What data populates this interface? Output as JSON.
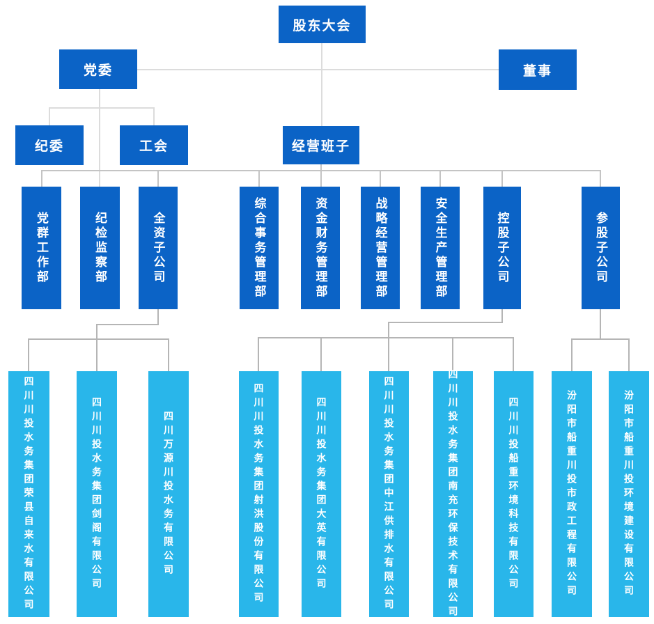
{
  "page": {
    "background": "#ffffff"
  },
  "colors": {
    "primary_blue": "#0b63c6",
    "light_blue": "#29b6ea",
    "line_light": "#dcdcdc",
    "line_mid": "#c4c4c4",
    "line_gray": "#b5b5b5",
    "text_white": "#ffffff"
  },
  "org": {
    "nodes": {
      "shareholders_meeting": {
        "label": "股东大会"
      },
      "party_committee": {
        "label": "党委"
      },
      "directors": {
        "label": "董事"
      },
      "discipline_committee": {
        "label": "纪委"
      },
      "labor_union": {
        "label": "工会"
      },
      "management_team": {
        "label": "经营班子"
      },
      "dept_party_mass_work": {
        "label": "党群工作部"
      },
      "dept_discipline_inspection": {
        "label": "纪检监察部"
      },
      "wholly_owned_subsidiaries": {
        "label": "全资子公司"
      },
      "dept_general_affairs": {
        "label": "综合事务管理部"
      },
      "dept_fund_finance": {
        "label": "资金财务管理部"
      },
      "dept_strategic_operation": {
        "label": "战略经营管理部"
      },
      "dept_safety_production": {
        "label": "安全生产管理部"
      },
      "holding_subsidiaries": {
        "label": "控股子公司"
      },
      "participating_subsidiaries": {
        "label": "参股子公司"
      },
      "sub_rongxian_water": {
        "label": "四川川投水务集团荣县自来水有限公司"
      },
      "sub_jiange": {
        "label": "四川川投水务集团剑阁有限公司"
      },
      "sub_wanyuan": {
        "label": "四川万源川投水务有限公司"
      },
      "sub_shehong": {
        "label": "四川川投水务集团射洪股份有限公司"
      },
      "sub_daying": {
        "label": "四川川投水务集团大英有限公司"
      },
      "sub_zhongjiang": {
        "label": "四川川投水务集团中江供排水有限公司"
      },
      "sub_nanchong_env": {
        "label": "四川川投水务集团南充环保技术有限公司"
      },
      "sub_chuanzhong_env_tech": {
        "label": "四川川投船重环境科技有限公司"
      },
      "sub_fenyang_municipal": {
        "label": "汾阳市船重川投市政工程有限公司"
      },
      "sub_fenyang_env_construction": {
        "label": "汾阳市船重川投环境建设有限公司"
      }
    }
  }
}
